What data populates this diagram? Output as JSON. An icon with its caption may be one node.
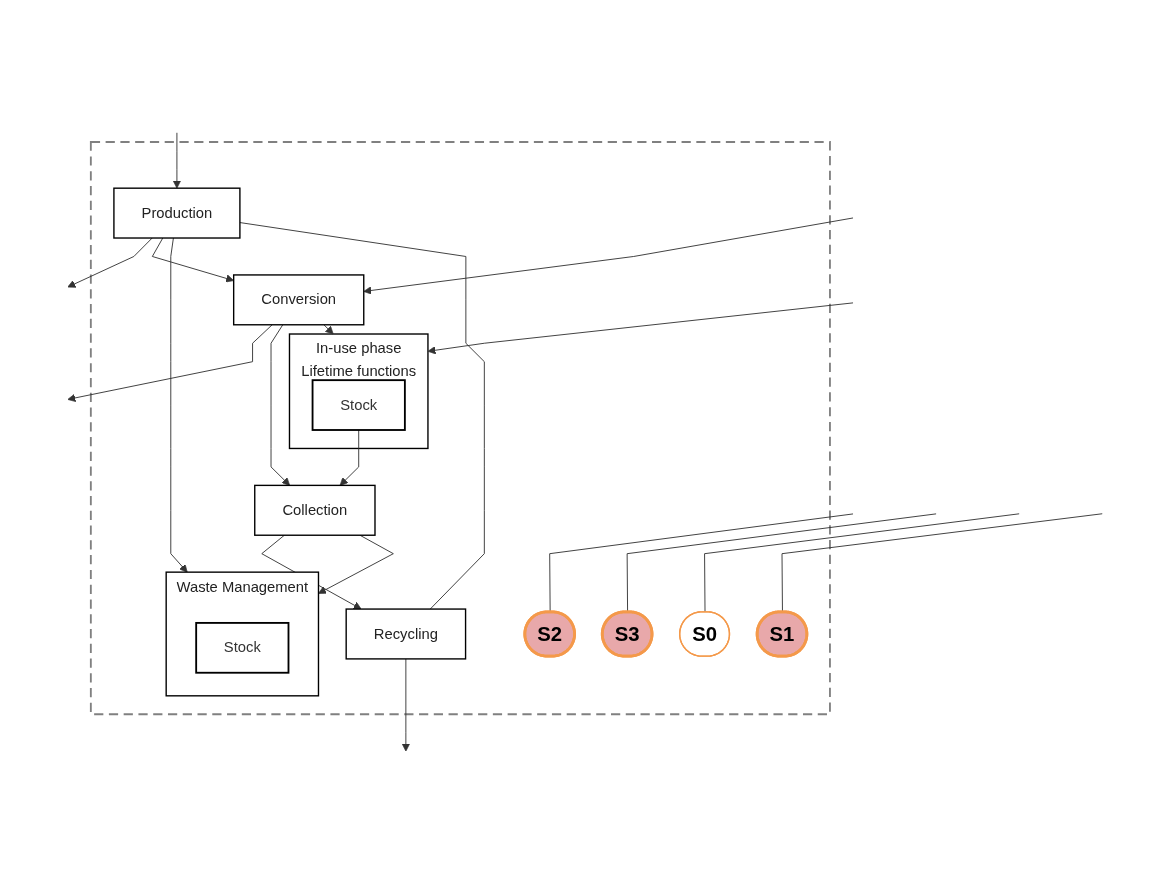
{
  "diagram": {
    "nodes": [
      {
        "text": [],
        "shape": "box"
      },
      {
        "text": [
          "Production"
        ],
        "in": 0
      },
      {
        "text": [
          "S2"
        ],
        "in": 0
      },
      {
        "text": [
          "Conversion"
        ],
        "in": 0
      },
      {
        "text": [
          "S3"
        ],
        "in": 0
      },
      {
        "text": [
          "In-use phase",
          "Lifetime functions"
        ],
        "in": 0
      },
      {
        "text": [
          "Stock"
        ],
        "in": 5
      },
      {
        "text": [
          "Recycling"
        ],
        "in": 0
      },
      {
        "text": [
          "S0"
        ],
        "in": 0
      },
      {
        "text": [
          "Collection"
        ],
        "in": 0
      },
      {
        "text": [
          "S1"
        ],
        "in": 0
      },
      {
        "text": [
          "Waste Management"
        ],
        "in": 0
      },
      {
        "text": [
          "Stock"
        ],
        "in": 11
      }
    ],
    "edges": [
      {
        "from": null,
        "to": 1,
        "arrow": "to"
      },
      {
        "from": 1,
        "to": null,
        "arrow": "to"
      },
      {
        "from": 1,
        "to": 3,
        "arrow": "to"
      },
      {
        "from": 1,
        "to": 11,
        "arrow": "to"
      },
      {
        "from": 7,
        "to": 1,
        "arrow": "none"
      },
      {
        "from": 7,
        "to": null,
        "arrow": "to"
      },
      {
        "from": null,
        "to": 3,
        "arrow": "to"
      },
      {
        "from": 3,
        "to": null,
        "arrow": "to"
      },
      {
        "from": 3,
        "to": 5,
        "arrow": "to"
      },
      {
        "from": null,
        "to": 5,
        "arrow": "to"
      },
      {
        "from": 3,
        "to": 9,
        "arrow": "to"
      },
      {
        "from": 6,
        "to": 9,
        "arrow": "to"
      },
      {
        "from": 9,
        "to": 7,
        "arrow": "to"
      },
      {
        "from": 9,
        "to": 11,
        "arrow": "to"
      },
      {
        "from": null,
        "to": 2,
        "arrow": "none"
      },
      {
        "from": null,
        "to": 4,
        "arrow": "none"
      },
      {
        "from": null,
        "to": 8,
        "arrow": "none"
      },
      {
        "from": null,
        "to": 10,
        "arrow": "none"
      }
    ]
  }
}
